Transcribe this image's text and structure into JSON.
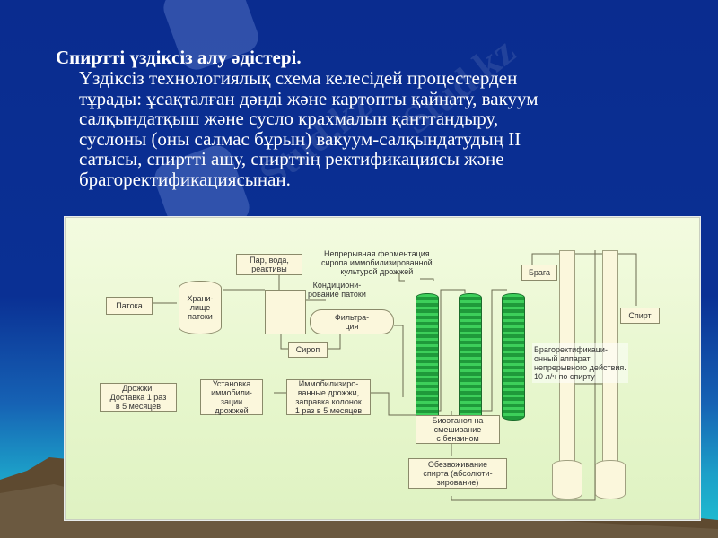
{
  "slide": {
    "title": "Спиртті үздіксіз алу әдістері.",
    "paragraph_lines": [
      "Үздіксіз технологиялық схема келесідей процестерден",
      "тұрады: ұсақталған дәнді және картопты қайнату, вакуум",
      "салқындатқыш және сусло крахмалын қанттандыру,",
      "суслоны (оны салмас бұрын) вакуум-салқындатудың II",
      "сатысы, спиртті ашу, спирттің ректификациясы және",
      "брагоректификациясынан."
    ],
    "watermark": "Stud.kz",
    "colors": {
      "background": "#0a2c8f",
      "text": "#ffffff",
      "diagram_bg": "#e6f6cc",
      "column_green": "#2fb048"
    }
  },
  "diagram": {
    "molasses_truck": "Патока",
    "storage": "Храни-\nлище\nпатоки",
    "steam_water": "Пар, вода,\nреактивы",
    "conditioning": "Кондициони-\nрование патоки",
    "filtration": "Фильтра-\nция",
    "syrup": "Сироп",
    "fermentation_label": "Непрерывная ферментация\nсиропа иммобилизированной\nкультурой дрожжей",
    "braga": "Брага",
    "spirit": "Спирт",
    "rectification_label": "Брагоректификаци-\nонный аппарат\nнепрерывного действия.\n10 л/ч по спирту",
    "yeast_delivery": "Дрожжи.\nДоставка 1 раз\nв 5 месяцев",
    "immobilization": "Установка\nиммобили-\nзации\nдрожжей",
    "immobilized_yeast": "Иммобилизиро-\nванные дрожжи,\nзаправка колонок\n1 раз в 5 месяцев",
    "bioethanol": "Биоэтанол на\nсмешивание\nс бензином",
    "dehydration": "Обезвоживание\nспирта (абсолюти-\nзирование)"
  }
}
